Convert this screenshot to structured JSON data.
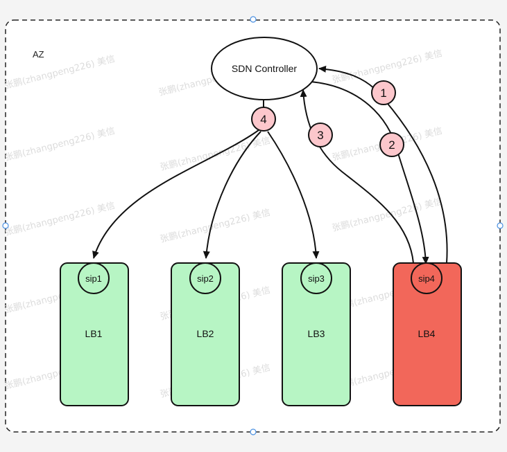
{
  "zone": {
    "label": "AZ"
  },
  "controller": {
    "label": "SDN Controller"
  },
  "load_balancers": [
    {
      "name": "LB1",
      "sip": "sip1",
      "status": "normal"
    },
    {
      "name": "LB2",
      "sip": "sip2",
      "status": "normal"
    },
    {
      "name": "LB3",
      "sip": "sip3",
      "status": "normal"
    },
    {
      "name": "LB4",
      "sip": "sip4",
      "status": "failed"
    }
  ],
  "steps": [
    {
      "number": "1"
    },
    {
      "number": "2"
    },
    {
      "number": "3"
    },
    {
      "number": "4"
    }
  ],
  "watermark": {
    "text": "张鹏(zhangpeng226) 美信"
  },
  "colors": {
    "lb_normal_fill": "#b7f5c4",
    "lb_failed_fill": "#f2675a",
    "step_badge_fill": "#fcc7cc",
    "stroke": "#111111",
    "handle": "#4a90e2"
  }
}
